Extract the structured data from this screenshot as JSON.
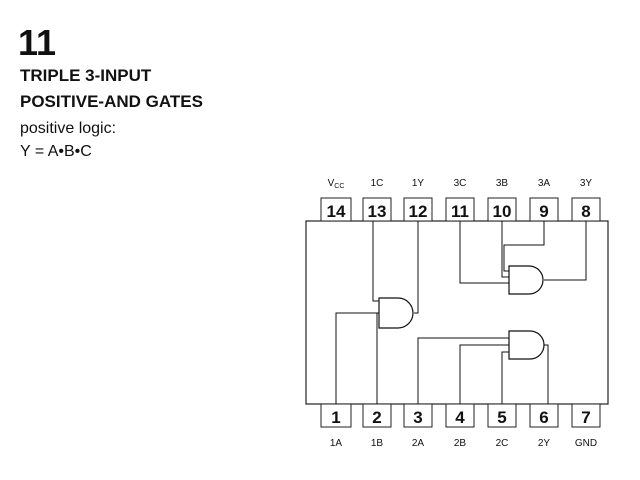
{
  "header": {
    "device_number": "11",
    "title_line_1": "TRIPLE 3-INPUT",
    "title_line_2": "POSITIVE-AND GATES",
    "logic_caption": "positive logic:",
    "logic_equation": "Y = A•B•C"
  },
  "pins_top": [
    {
      "number": "14",
      "label": "V",
      "label_sub": "CC"
    },
    {
      "number": "13",
      "label": "1C"
    },
    {
      "number": "12",
      "label": "1Y"
    },
    {
      "number": "11",
      "label": "3C"
    },
    {
      "number": "10",
      "label": "3B"
    },
    {
      "number": "9",
      "label": "3A"
    },
    {
      "number": "8",
      "label": "3Y"
    }
  ],
  "pins_bottom": [
    {
      "number": "1",
      "label": "1A"
    },
    {
      "number": "2",
      "label": "1B"
    },
    {
      "number": "3",
      "label": "2A"
    },
    {
      "number": "4",
      "label": "2B"
    },
    {
      "number": "5",
      "label": "2C"
    },
    {
      "number": "6",
      "label": "2Y"
    },
    {
      "number": "7",
      "label": "GND"
    }
  ]
}
